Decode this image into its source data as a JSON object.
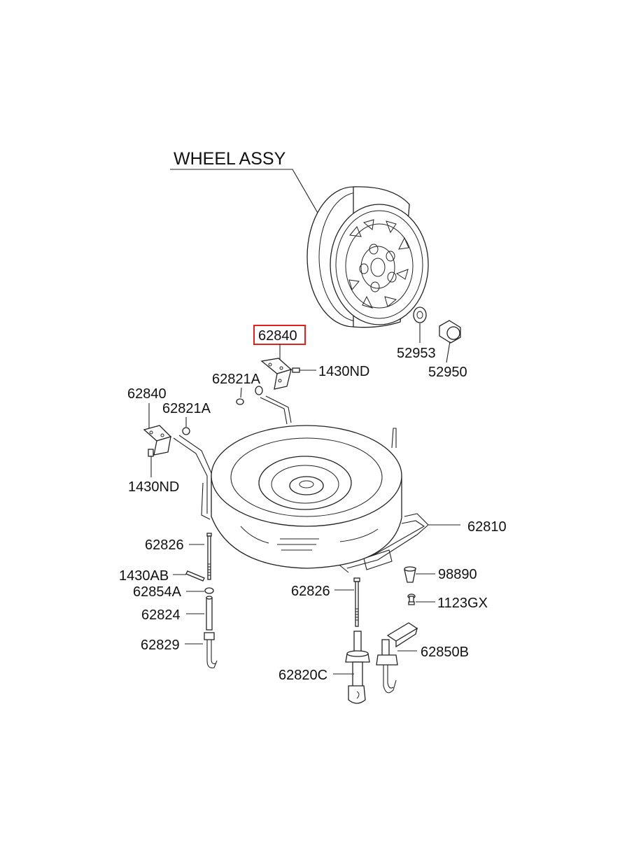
{
  "diagram": {
    "title": "WHEEL ASSY",
    "highlight_color": "#e0201c",
    "labels": {
      "p62840_top": "62840",
      "p1430ND_top": "1430ND",
      "p62821A_top": "62821A",
      "p52953": "52953",
      "p52950": "52950",
      "p62840_left": "62840",
      "p62821A_left": "62821A",
      "p1430ND_left": "1430ND",
      "p62810": "62810",
      "p62826_left": "62826",
      "p1430AB": "1430AB",
      "p62854A": "62854A",
      "p62824": "62824",
      "p62829": "62829",
      "p98890": "98890",
      "p62826_mid": "62826",
      "p1123GX": "1123GX",
      "p62850B": "62850B",
      "p62820C": "62820C"
    }
  }
}
